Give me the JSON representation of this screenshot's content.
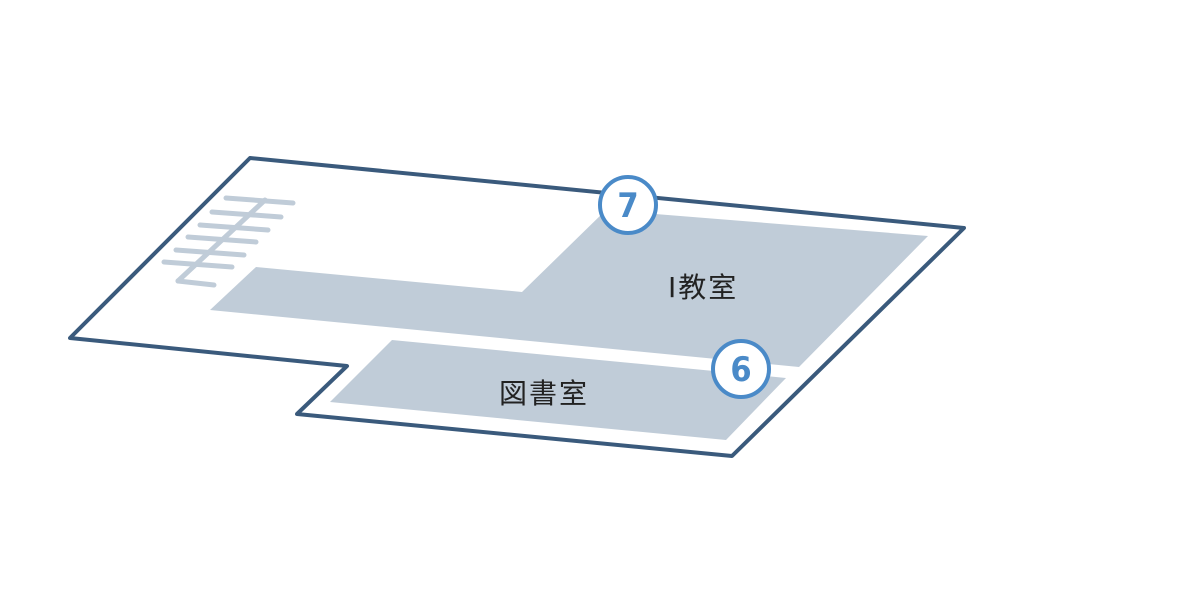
{
  "map": {
    "colors": {
      "outline": "#3a5a7c",
      "room_fill": "#c0ccd8",
      "stairs": "#c0ccd8",
      "marker": "#4a8ac8",
      "background": "#ffffff"
    },
    "rooms": [
      {
        "id": "classroom",
        "label": "I教室"
      },
      {
        "id": "library",
        "label": "図書室"
      }
    ],
    "markers": [
      {
        "id": "marker-7",
        "label": "7"
      },
      {
        "id": "marker-6",
        "label": "6"
      }
    ],
    "icons": [
      "stairs-icon"
    ]
  }
}
